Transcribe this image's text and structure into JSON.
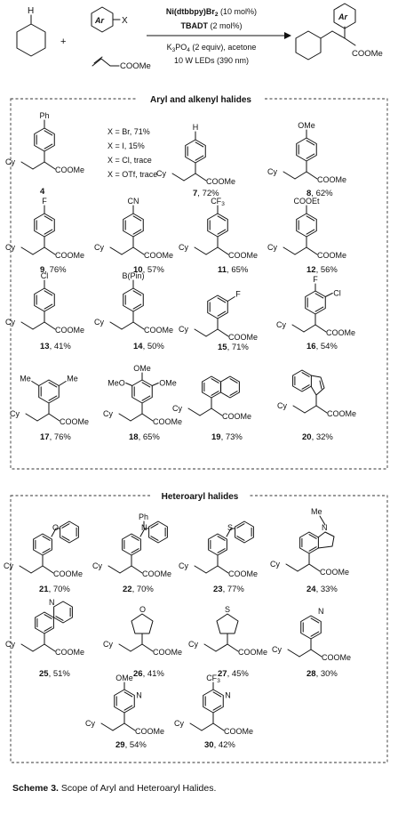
{
  "scheme": {
    "reagents": {
      "ar": "Ar",
      "x": "X",
      "plus": "+",
      "coome": "COOMe",
      "catalyst": "Ni(dtbbpy)Br",
      "catalyst_sub": "2",
      "catalyst_load": " (10 mol%)",
      "photocat": "TBADT",
      "photocat_load": " (2 mol%)",
      "base_k": "K",
      "base_k_sub": "3",
      "base_po": "PO",
      "base_po_sub": "4",
      "base_rest": " (2 equiv), acetone",
      "light": "10 W LEDs (390 nm)",
      "h": "H",
      "product_ar": "Ar",
      "product_coome": "COOMe"
    },
    "aryl_section": {
      "title": "Aryl and alkenyl halides",
      "x_conditions": [
        "X = Br, 71%",
        "X = I, 15%",
        "X = Cl, trace",
        "X = OTf, trace"
      ],
      "compounds": [
        {
          "id": "4",
          "yield": "",
          "sub": "Ph"
        },
        {
          "id": "7",
          "yield": ", 72%",
          "sub": "H"
        },
        {
          "id": "8",
          "yield": ", 62%",
          "sub": "OMe"
        },
        {
          "id": "9",
          "yield": ", 76%",
          "sub": "F"
        },
        {
          "id": "10",
          "yield": ", 57%",
          "sub": "CN"
        },
        {
          "id": "11",
          "yield": ", 65%",
          "sub": "CF3"
        },
        {
          "id": "12",
          "yield": ", 56%",
          "sub": "COOEt"
        },
        {
          "id": "13",
          "yield": ", 41%",
          "sub": "Cl"
        },
        {
          "id": "14",
          "yield": ", 50%",
          "sub": "B(Pin)"
        },
        {
          "id": "15",
          "yield": ", 71%",
          "sub": "F"
        },
        {
          "id": "16",
          "yield": ", 54%",
          "sub": "Cl"
        },
        {
          "id": "17",
          "yield": ", 76%",
          "sub": "Me"
        },
        {
          "id": "18",
          "yield": ", 65%",
          "sub": "OMe"
        },
        {
          "id": "19",
          "yield": ", 73%",
          "sub": ""
        },
        {
          "id": "20",
          "yield": ", 32%",
          "sub": ""
        }
      ]
    },
    "hetero_section": {
      "title": "Heteroaryl halides",
      "compounds": [
        {
          "id": "21",
          "yield": ", 70%",
          "sub": "O"
        },
        {
          "id": "22",
          "yield": ", 70%",
          "sub": "Ph"
        },
        {
          "id": "23",
          "yield": ", 77%",
          "sub": "S"
        },
        {
          "id": "24",
          "yield": ", 33%",
          "sub": "Me"
        },
        {
          "id": "25",
          "yield": ", 51%",
          "sub": "N"
        },
        {
          "id": "26",
          "yield": ", 41%",
          "sub": "O"
        },
        {
          "id": "27",
          "yield": ", 45%",
          "sub": "S"
        },
        {
          "id": "28",
          "yield": ", 30%",
          "sub": "N"
        },
        {
          "id": "29",
          "yield": ", 54%",
          "sub": "OMe"
        },
        {
          "id": "30",
          "yield": ", 42%",
          "sub": "CF3"
        }
      ]
    },
    "labels": {
      "cy": "Cy",
      "coome": "COOMe",
      "me": "Me",
      "meo": "MeO",
      "f": "F",
      "cl": "Cl",
      "n": "N",
      "o": "O",
      "s": "S",
      "ph": "Ph"
    },
    "caption": {
      "label": "Scheme 3.",
      "text": " Scope of Aryl and Heteroaryl Halides."
    }
  }
}
